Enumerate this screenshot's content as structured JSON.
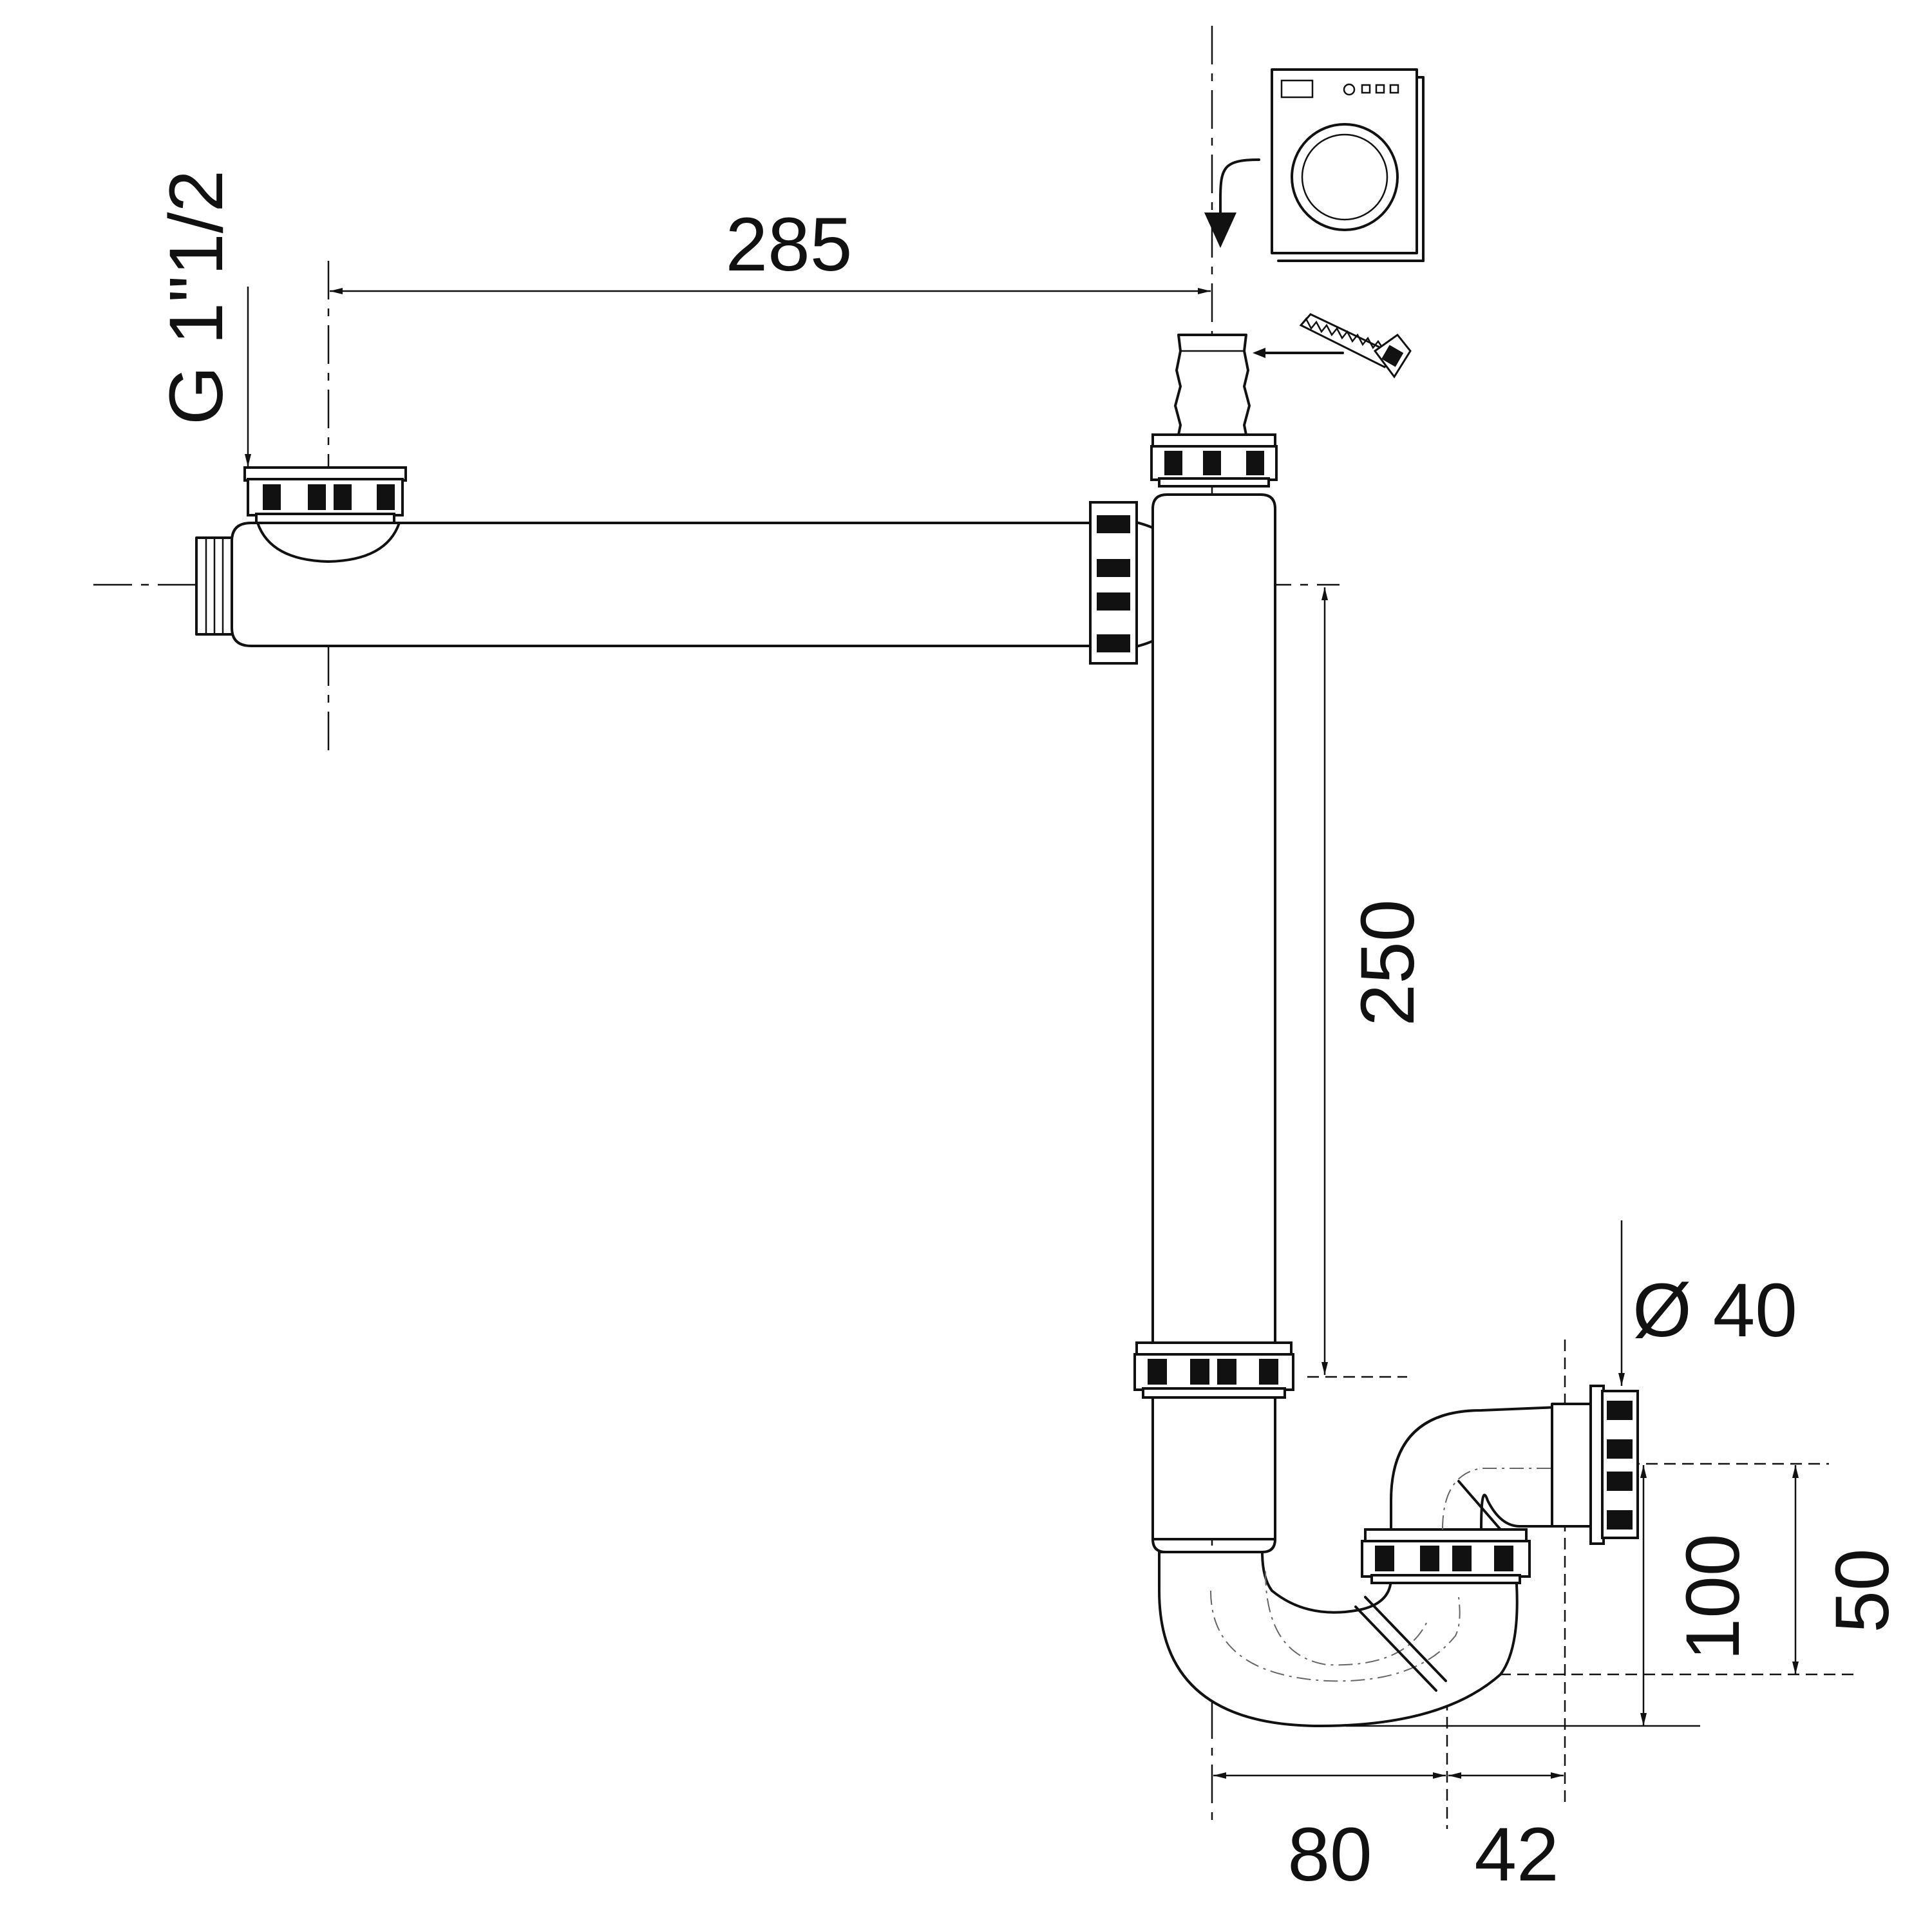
{
  "diagram": {
    "thread_label": "G 1\"1/2",
    "dimensions": {
      "horizontal_length": "285",
      "vertical_length": "250",
      "outlet_diameter": "Ø 40",
      "trap_height": "100",
      "outlet_height": "50",
      "trap_offset": "80",
      "outlet_offset": "42"
    },
    "icons": [
      "washing-machine-icon",
      "saw-icon",
      "drain-arrow-icon"
    ]
  }
}
